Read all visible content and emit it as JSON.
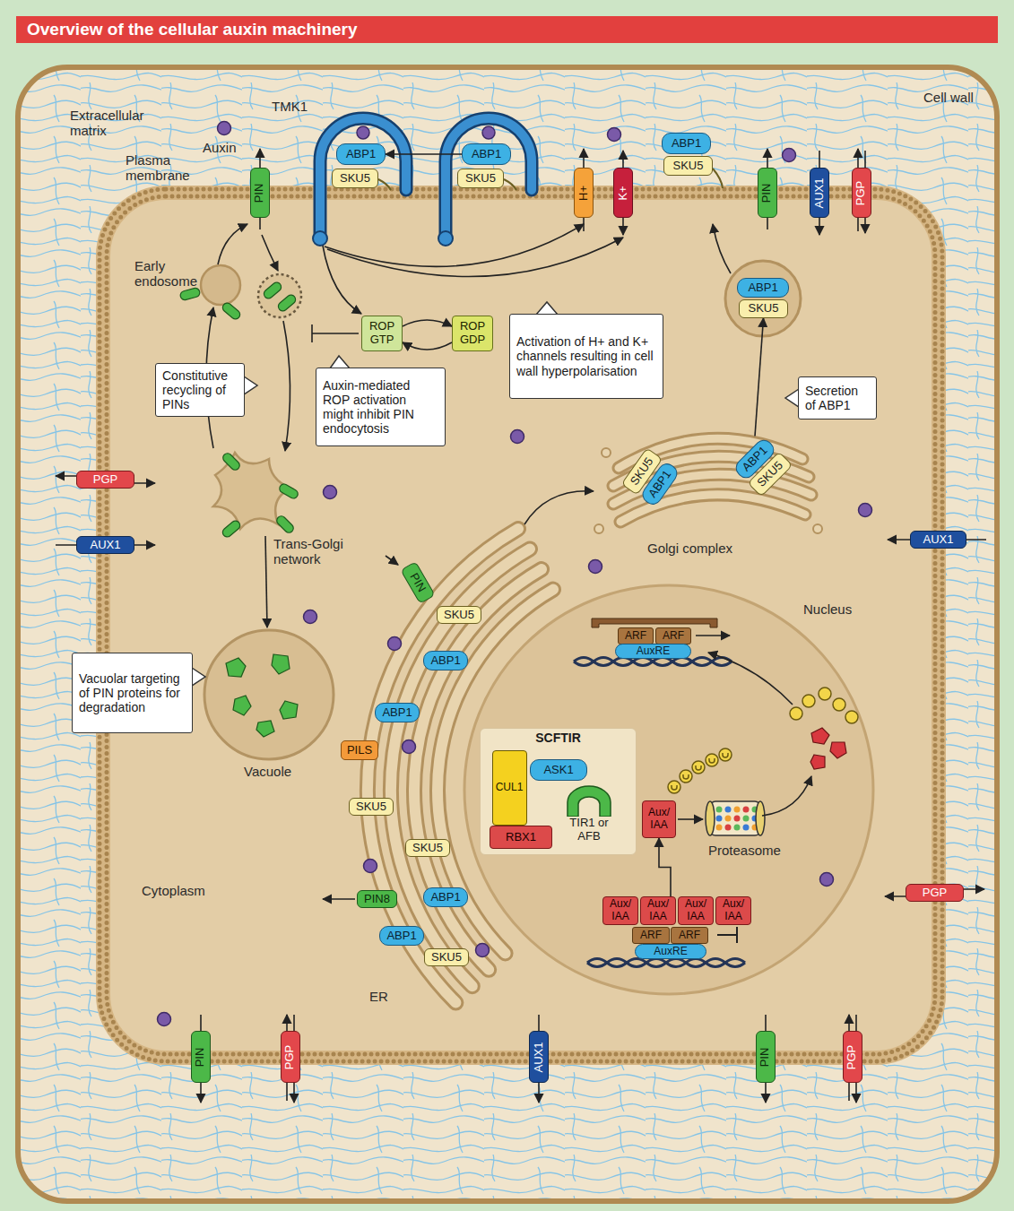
{
  "diagram": {
    "title": "Overview of the cellular auxin machinery",
    "nodes": [
      {
        "text": [
          "ABP1"
        ]
      },
      {
        "text": [
          "SKU5"
        ]
      },
      {
        "text": [
          "ABP1"
        ]
      },
      {
        "text": [
          "SKU5"
        ]
      },
      {
        "text": [
          "H+"
        ]
      },
      {
        "text": [
          "K+"
        ]
      },
      {
        "text": [
          "ABP1"
        ]
      },
      {
        "text": [
          "SKU5"
        ]
      },
      {
        "text": [
          "PIN"
        ]
      },
      {
        "text": [
          "AUX1"
        ]
      },
      {
        "text": [
          "PGP"
        ]
      },
      {
        "text": [
          "PIN"
        ]
      },
      {
        "text": [
          "ROP GTP"
        ]
      },
      {
        "text": [
          "ROP GDP"
        ]
      },
      {
        "text": [
          "Constitutive recycling of PINs"
        ]
      },
      {
        "text": [
          "Auxin-mediated ROP activation might inhibit PIN endocytosis"
        ]
      },
      {
        "text": [
          "Activation of H+ and K+ channels resulting in cell wall hyperpolarisation"
        ]
      },
      {
        "text": [
          "ABP1"
        ]
      },
      {
        "text": [
          "SKU5"
        ]
      },
      {
        "text": [
          "Secretion of ABP1"
        ]
      },
      {
        "text": [
          "PGP"
        ]
      },
      {
        "text": [
          "SKU5"
        ]
      },
      {
        "text": [
          "ABP1"
        ]
      },
      {
        "text": [
          "ABP1"
        ]
      },
      {
        "text": [
          "SKU5"
        ]
      },
      {
        "text": [
          "AUX1"
        ]
      },
      {
        "text": [
          "AUX1"
        ]
      },
      {
        "text": [
          "PIN"
        ]
      },
      {
        "text": [
          "SKU5"
        ]
      },
      {
        "text": [
          "Nucleus"
        ]
      },
      {
        "text": [
          "ARF"
        ],
        "in": 29
      },
      {
        "text": [
          "ARF"
        ],
        "in": 29
      },
      {
        "text": [
          "AuxRE"
        ],
        "in": 29
      },
      {
        "text": [
          "ABP1"
        ]
      },
      {
        "text": [
          "Vacuolar targeting of PIN proteins for degradation"
        ]
      },
      {
        "text": [
          "ABP1"
        ]
      },
      {
        "text": [
          "PILS"
        ]
      },
      {
        "text": [
          "SCFTIR"
        ],
        "in": 29
      },
      {
        "text": [
          "ASK1"
        ],
        "in": 37
      },
      {
        "text": [
          "CUL1"
        ],
        "in": 37
      },
      {
        "text": [
          "TIR1 or AFB"
        ],
        "in": 37
      },
      {
        "text": [
          "RBX1"
        ],
        "in": 37
      },
      {
        "text": [
          "Aux/ IAA"
        ],
        "in": 29
      },
      {
        "text": [
          "SKU5"
        ]
      },
      {
        "text": [
          "SKU5"
        ]
      },
      {
        "text": [
          "PGP"
        ]
      },
      {
        "text": [
          "ABP1"
        ]
      },
      {
        "text": [
          "PIN8"
        ]
      },
      {
        "text": [
          "Aux/ IAA"
        ],
        "in": 29
      },
      {
        "text": [
          "Aux/ IAA"
        ],
        "in": 29
      },
      {
        "text": [
          "Aux/ IAA"
        ],
        "in": 29
      },
      {
        "text": [
          "Aux/ IAA"
        ],
        "in": 29
      },
      {
        "text": [
          "ARF"
        ],
        "in": 29
      },
      {
        "text": [
          "ARF"
        ],
        "in": 29
      },
      {
        "text": [
          "AuxRE"
        ],
        "in": 29
      },
      {
        "text": [
          "ABP1"
        ]
      },
      {
        "text": [
          "SKU5"
        ]
      },
      {
        "text": [
          "PIN"
        ]
      },
      {
        "text": [
          "PGP"
        ]
      },
      {
        "text": [
          "AUX1"
        ]
      },
      {
        "text": [
          "PIN"
        ]
      },
      {
        "text": [
          "PGP"
        ]
      }
    ],
    "edges": [
      {
        "from": 2,
        "to": 0,
        "arrow": "to"
      },
      {
        "from": 12,
        "to": 13,
        "arrow": "to"
      },
      {
        "from": 13,
        "to": 12,
        "arrow": "to"
      },
      {
        "from": 23,
        "to": 18,
        "arrow": "to"
      },
      {
        "from": 49,
        "to": 42,
        "arrow": "to"
      }
    ],
    "labels": [
      "Extracellular matrix",
      "Cell wall",
      "Auxin",
      "TMK1",
      "Plasma membrane",
      "Early endosome",
      "Trans-Golgi network",
      "Vacuole",
      "Golgi complex",
      "Cytoplasm",
      "ER",
      "Proteasome"
    ]
  }
}
